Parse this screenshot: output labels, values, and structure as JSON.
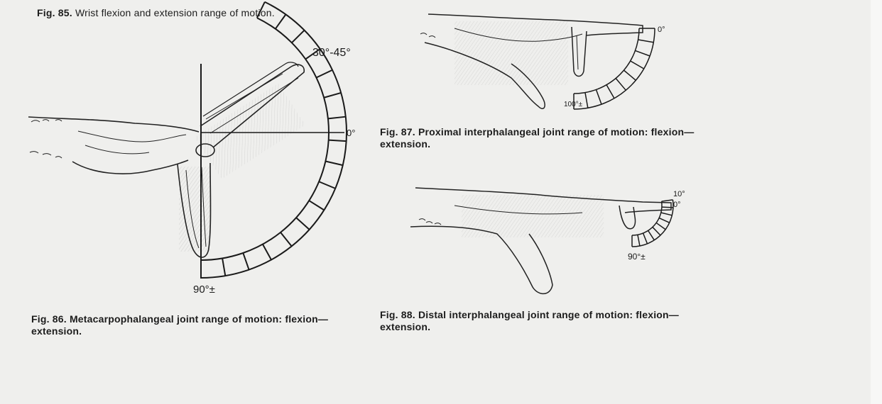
{
  "figures": {
    "fig85": {
      "label": "Fig. 85.",
      "text": "Wrist flexion and extension range of motion."
    },
    "fig86": {
      "label": "Fig. 86.",
      "text": "Metacarpophalangeal joint range of motion: flexion—extension.",
      "angles": {
        "extension": "30°-45°",
        "neutral": "0°",
        "flexion": "90°±"
      }
    },
    "fig87": {
      "label": "Fig. 87.",
      "text": "Proximal interphalangeal joint range of motion: flexion—extension.",
      "angles": {
        "neutral": "0°",
        "flexion": "100°±"
      }
    },
    "fig88": {
      "label": "Fig. 88.",
      "text": "Distal interphalangeal joint range of motion: flexion—extension.",
      "angles": {
        "extension": "10°",
        "neutral": "0°",
        "flexion": "90°±"
      }
    }
  },
  "colors": {
    "paper": "#efefed",
    "ink": "#1c1c1c"
  }
}
